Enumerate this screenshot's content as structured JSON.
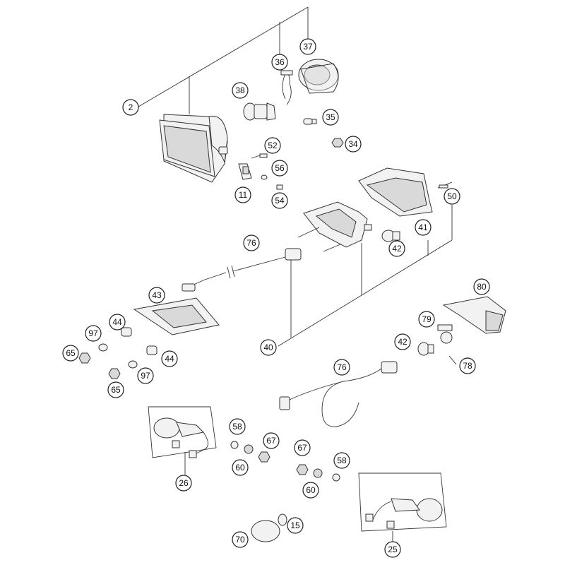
{
  "callouts": {
    "c2": "2",
    "c36": "36",
    "c37": "37",
    "c38": "38",
    "c35": "35",
    "c34": "34",
    "c52": "52",
    "c56": "56",
    "c11": "11",
    "c54": "54",
    "c50": "50",
    "c41": "41",
    "c76a": "76",
    "c42a": "42",
    "c43": "43",
    "c44a": "44",
    "c97a": "97",
    "c65a": "65",
    "c44b": "44",
    "c97b": "97",
    "c65b": "65",
    "c40": "40",
    "c80": "80",
    "c79": "79",
    "c42b": "42",
    "c78": "78",
    "c76b": "76",
    "c58a": "58",
    "c67a": "67",
    "c60a": "60",
    "c67b": "67",
    "c58b": "58",
    "c60b": "60",
    "c26": "26",
    "c25": "25",
    "c15": "15",
    "c70": "70"
  }
}
